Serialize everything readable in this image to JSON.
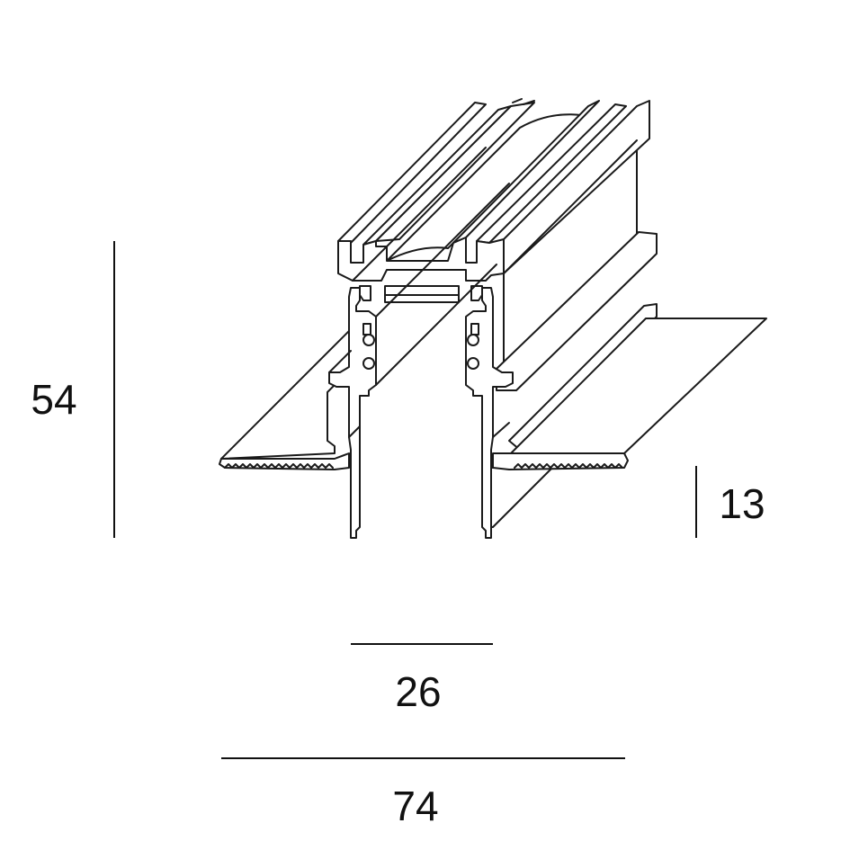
{
  "dimensions": {
    "height": "54",
    "flange_height": "13",
    "inner_width": "26",
    "outer_width": "74"
  },
  "colors": {
    "line": "#1a1a1a",
    "background": "#ffffff"
  }
}
